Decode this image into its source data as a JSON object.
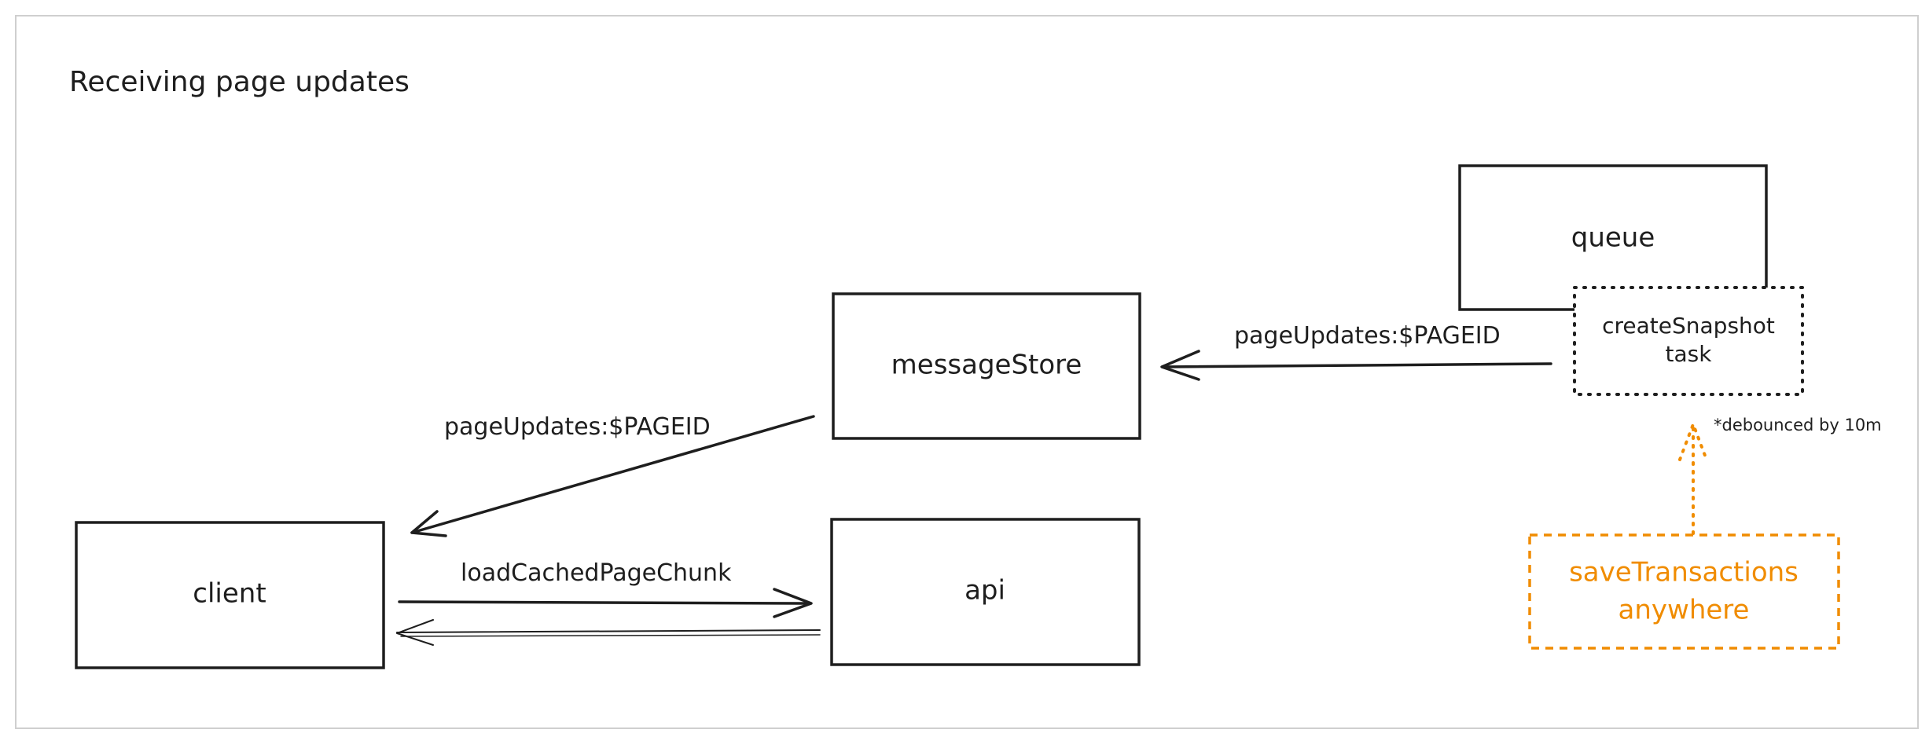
{
  "title": "Receiving page updates",
  "nodes": {
    "queue": "queue",
    "create_snapshot_line1": "createSnapshot",
    "create_snapshot_line2": "task",
    "message_store": "messageStore",
    "client": "client",
    "api": "api",
    "save_transactions_line1": "saveTransactions",
    "save_transactions_line2": "anywhere"
  },
  "edges": {
    "snapshot_to_store": "pageUpdates:$PAGEID",
    "store_to_client": "pageUpdates:$PAGEID",
    "client_to_api": "loadCachedPageChunk",
    "debounce_note": "*debounced by 10m"
  },
  "colors": {
    "ink": "#1e1e1e",
    "accent": "#f08c00",
    "frame": "#cfcfcf"
  }
}
